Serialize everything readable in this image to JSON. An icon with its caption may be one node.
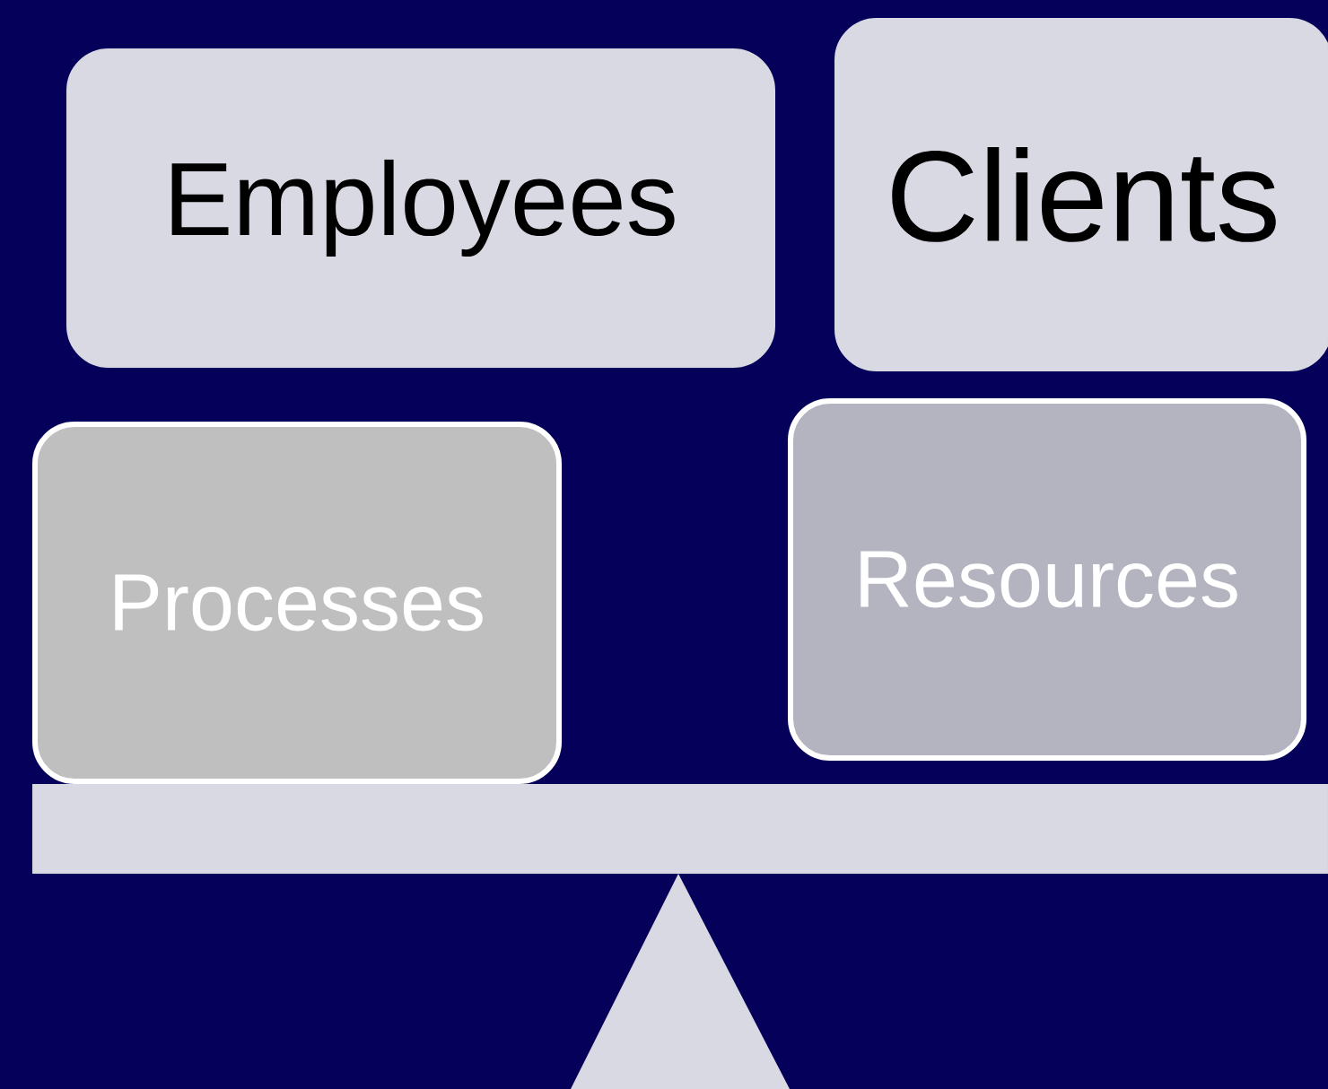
{
  "diagram": {
    "nodes": [
      {
        "text": [
          "Employees"
        ]
      },
      {
        "text": [
          "Clients"
        ]
      },
      {
        "text": [
          "Processes"
        ]
      },
      {
        "text": [
          "Resources"
        ]
      }
    ]
  }
}
